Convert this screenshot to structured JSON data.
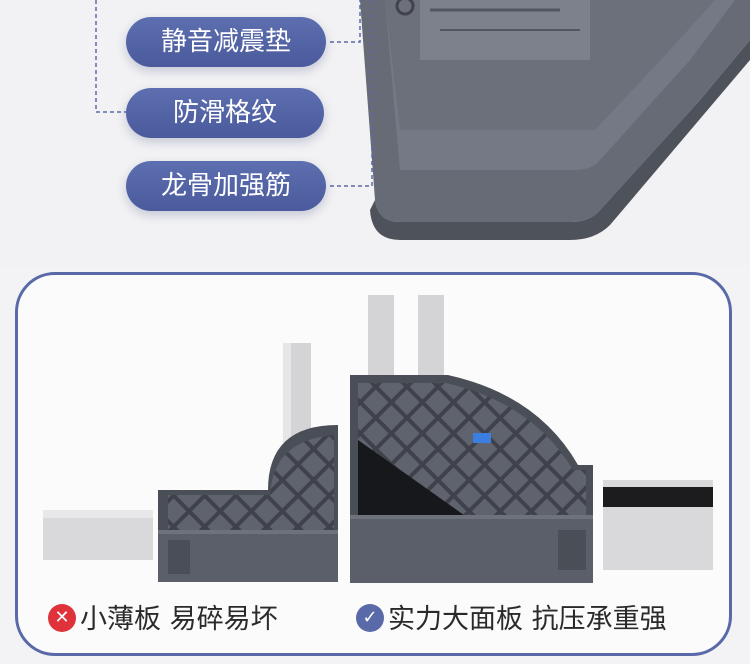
{
  "labels": {
    "shock_pad": "静音减震垫",
    "anti_slip": "防滑格纹",
    "keel_rib": "龙骨加强筋"
  },
  "comparison": {
    "bad_caption": "小薄板 易碎易坏",
    "good_caption": "实力大面板 抗压承重强"
  },
  "colors": {
    "pill": "#4f5fa0",
    "frame": "#5a6aa8",
    "bad": "#e0323a",
    "good": "#5a6aa8",
    "plastic": "#5b5f6a"
  },
  "icons": {
    "bad": "x-circle-icon",
    "good": "check-circle-icon"
  }
}
